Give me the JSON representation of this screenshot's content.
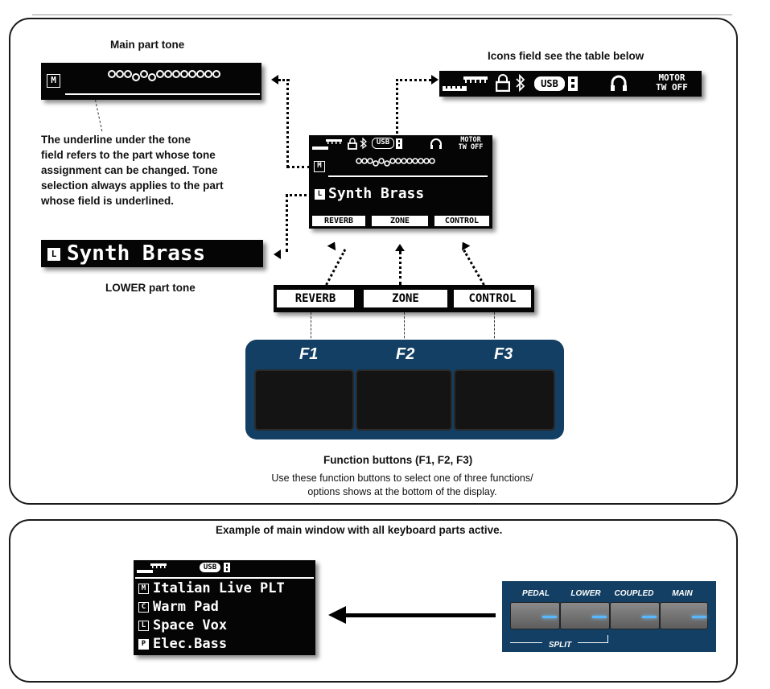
{
  "top_panel": {
    "main_tone_caption": "Main part tone",
    "icons_caption": "Icons field see the table below",
    "underline_desc": [
      "The underline under the tone",
      "field refers to the part whose tone",
      "assignment can be changed. Tone",
      "selection always applies to the part",
      "whose field is underlined."
    ],
    "lower_tone_caption": "LOWER part tone",
    "lower_tone_badge": "L",
    "lower_tone_name": "Synth Brass",
    "main_tone_badge": "M",
    "display": {
      "usb": "USB",
      "motor": "MOTOR",
      "tw_off": "TW OFF",
      "main_badge": "M",
      "lower_badge": "L",
      "lower_name": "Synth Brass",
      "f_labels": [
        "REVERB",
        "ZONE",
        "CONTROL"
      ]
    },
    "icons_strip": {
      "usb": "USB",
      "motor": "MOTOR",
      "tw_off": "TW OFF"
    },
    "function_bar": [
      "REVERB",
      "ZONE",
      "CONTROL"
    ],
    "function_keys": [
      "F1",
      "F2",
      "F3"
    ],
    "function_title": "Function buttons (F1, F2, F3)",
    "function_desc": [
      "Use these function buttons to select one of three functions/",
      "options shows at the bottom of the display."
    ]
  },
  "bottom_panel": {
    "title": "Example of main window with all keyboard parts active.",
    "display": {
      "usb": "USB",
      "parts": [
        {
          "badge": "M",
          "name": "Italian Live PLT"
        },
        {
          "badge": "C",
          "name": "Warm Pad"
        },
        {
          "badge": "L",
          "name": "Space Vox"
        },
        {
          "badge": "P",
          "name": "Elec.Bass"
        }
      ]
    },
    "keyboard_buttons": [
      "PEDAL",
      "LOWER",
      "COUPLED",
      "MAIN"
    ],
    "split_label": "SPLIT"
  },
  "colors": {
    "panel_blue": "#123f63",
    "led_blue": "#58b7ff"
  }
}
